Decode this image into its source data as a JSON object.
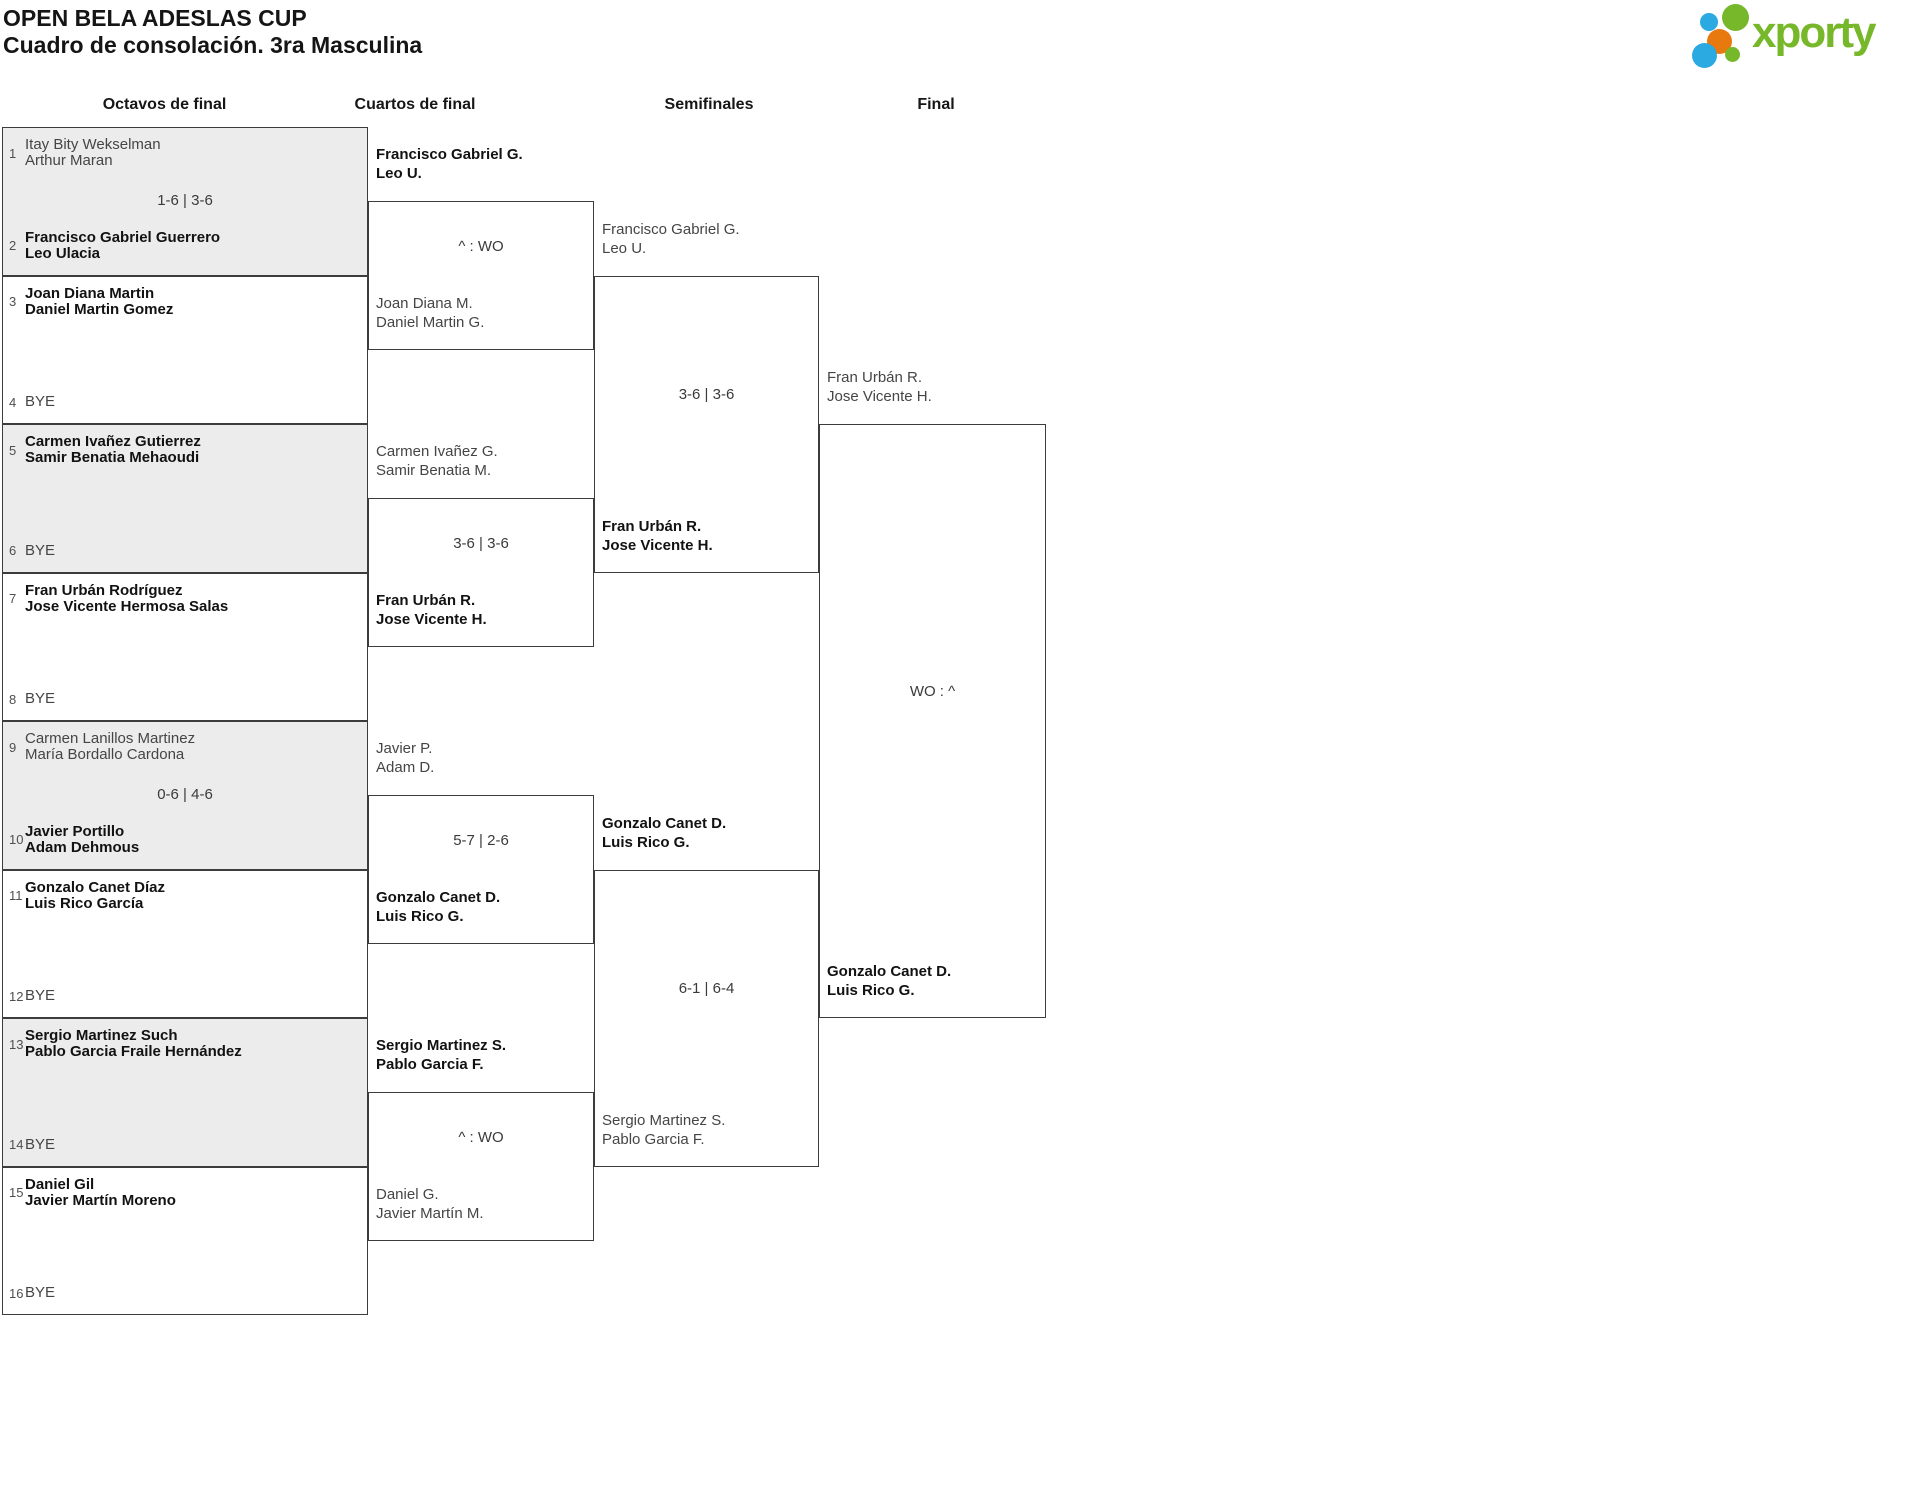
{
  "header": {
    "title": "OPEN BELA ADESLAS CUP",
    "subtitle": "Cuadro de consolación. 3ra Masculina"
  },
  "logo": {
    "text": "xporty",
    "green": "#76b82a",
    "blue": "#2ba9e1",
    "orange": "#e8790f"
  },
  "rounds": [
    "Octavos de final",
    "Cuartos de final",
    "Semifinales",
    "Final"
  ],
  "r16": [
    {
      "seed1": "1",
      "team1_line1": "Itay Bity Wekselman",
      "team1_line2": "Arthur Maran",
      "team1_winner": false,
      "score": "1-6 | 3-6",
      "seed2": "2",
      "team2_line1": "Francisco Gabriel Guerrero",
      "team2_line2": "Leo Ulacia",
      "team2_winner": true
    },
    {
      "seed1": "3",
      "team1_line1": "Joan Diana Martin",
      "team1_line2": "Daniel Martin Gomez",
      "team1_winner": true,
      "score": "",
      "seed2": "4",
      "team2_line1": "BYE",
      "team2_line2": "",
      "team2_winner": false
    },
    {
      "seed1": "5",
      "team1_line1": "Carmen Ivañez Gutierrez",
      "team1_line2": "Samir Benatia Mehaoudi",
      "team1_winner": true,
      "score": "",
      "seed2": "6",
      "team2_line1": "BYE",
      "team2_line2": "",
      "team2_winner": false
    },
    {
      "seed1": "7",
      "team1_line1": "Fran Urbán Rodríguez",
      "team1_line2": "Jose Vicente Hermosa Salas",
      "team1_winner": true,
      "score": "",
      "seed2": "8",
      "team2_line1": "BYE",
      "team2_line2": "",
      "team2_winner": false
    },
    {
      "seed1": "9",
      "team1_line1": "Carmen Lanillos Martinez",
      "team1_line2": "María Bordallo Cardona",
      "team1_winner": false,
      "score": "0-6 | 4-6",
      "seed2": "10",
      "team2_line1": "Javier Portillo",
      "team2_line2": "Adam Dehmous",
      "team2_winner": true
    },
    {
      "seed1": "11",
      "team1_line1": "Gonzalo Canet Díaz",
      "team1_line2": "Luis Rico García",
      "team1_winner": true,
      "score": "",
      "seed2": "12",
      "team2_line1": "BYE",
      "team2_line2": "",
      "team2_winner": false
    },
    {
      "seed1": "13",
      "team1_line1": "Sergio Martinez Such",
      "team1_line2": "Pablo Garcia Fraile Hernández",
      "team1_winner": true,
      "score": "",
      "seed2": "14",
      "team2_line1": "BYE",
      "team2_line2": "",
      "team2_winner": false
    },
    {
      "seed1": "15",
      "team1_line1": "Daniel Gil",
      "team1_line2": "Javier Martín Moreno",
      "team1_winner": true,
      "score": "",
      "seed2": "16",
      "team2_line1": "BYE",
      "team2_line2": "",
      "team2_winner": false
    }
  ],
  "qf": [
    {
      "team1_line1": "Francisco Gabriel G.",
      "team1_line2": "Leo U.",
      "team1_winner": true,
      "score": "^ : WO",
      "team2_line1": "Joan Diana M.",
      "team2_line2": "Daniel Martin G.",
      "team2_winner": false
    },
    {
      "team1_line1": "Carmen Ivañez G.",
      "team1_line2": "Samir Benatia M.",
      "team1_winner": false,
      "score": "3-6 | 3-6",
      "team2_line1": "Fran Urbán R.",
      "team2_line2": "Jose Vicente H.",
      "team2_winner": true
    },
    {
      "team1_line1": "Javier P.",
      "team1_line2": "Adam D.",
      "team1_winner": false,
      "score": "5-7 | 2-6",
      "team2_line1": "Gonzalo Canet D.",
      "team2_line2": "Luis Rico G.",
      "team2_winner": true
    },
    {
      "team1_line1": "Sergio Martinez S.",
      "team1_line2": "Pablo Garcia F.",
      "team1_winner": true,
      "score": "^ : WO",
      "team2_line1": "Daniel G.",
      "team2_line2": "Javier Martín M.",
      "team2_winner": false
    }
  ],
  "sf": [
    {
      "team1_line1": "Francisco Gabriel G.",
      "team1_line2": "Leo U.",
      "team1_winner": false,
      "score": "3-6 | 3-6",
      "team2_line1": "Fran Urbán R.",
      "team2_line2": "Jose Vicente H.",
      "team2_winner": true
    },
    {
      "team1_line1": "Gonzalo Canet D.",
      "team1_line2": "Luis Rico G.",
      "team1_winner": true,
      "score": "6-1 | 6-4",
      "team2_line1": "Sergio Martinez S.",
      "team2_line2": "Pablo Garcia F.",
      "team2_winner": false
    }
  ],
  "final": {
    "team1_line1": "Fran Urbán R.",
    "team1_line2": "Jose Vicente H.",
    "team1_winner": false,
    "score": "WO : ^",
    "team2_line1": "Gonzalo Canet D.",
    "team2_line2": "Luis Rico G.",
    "team2_winner": true
  }
}
